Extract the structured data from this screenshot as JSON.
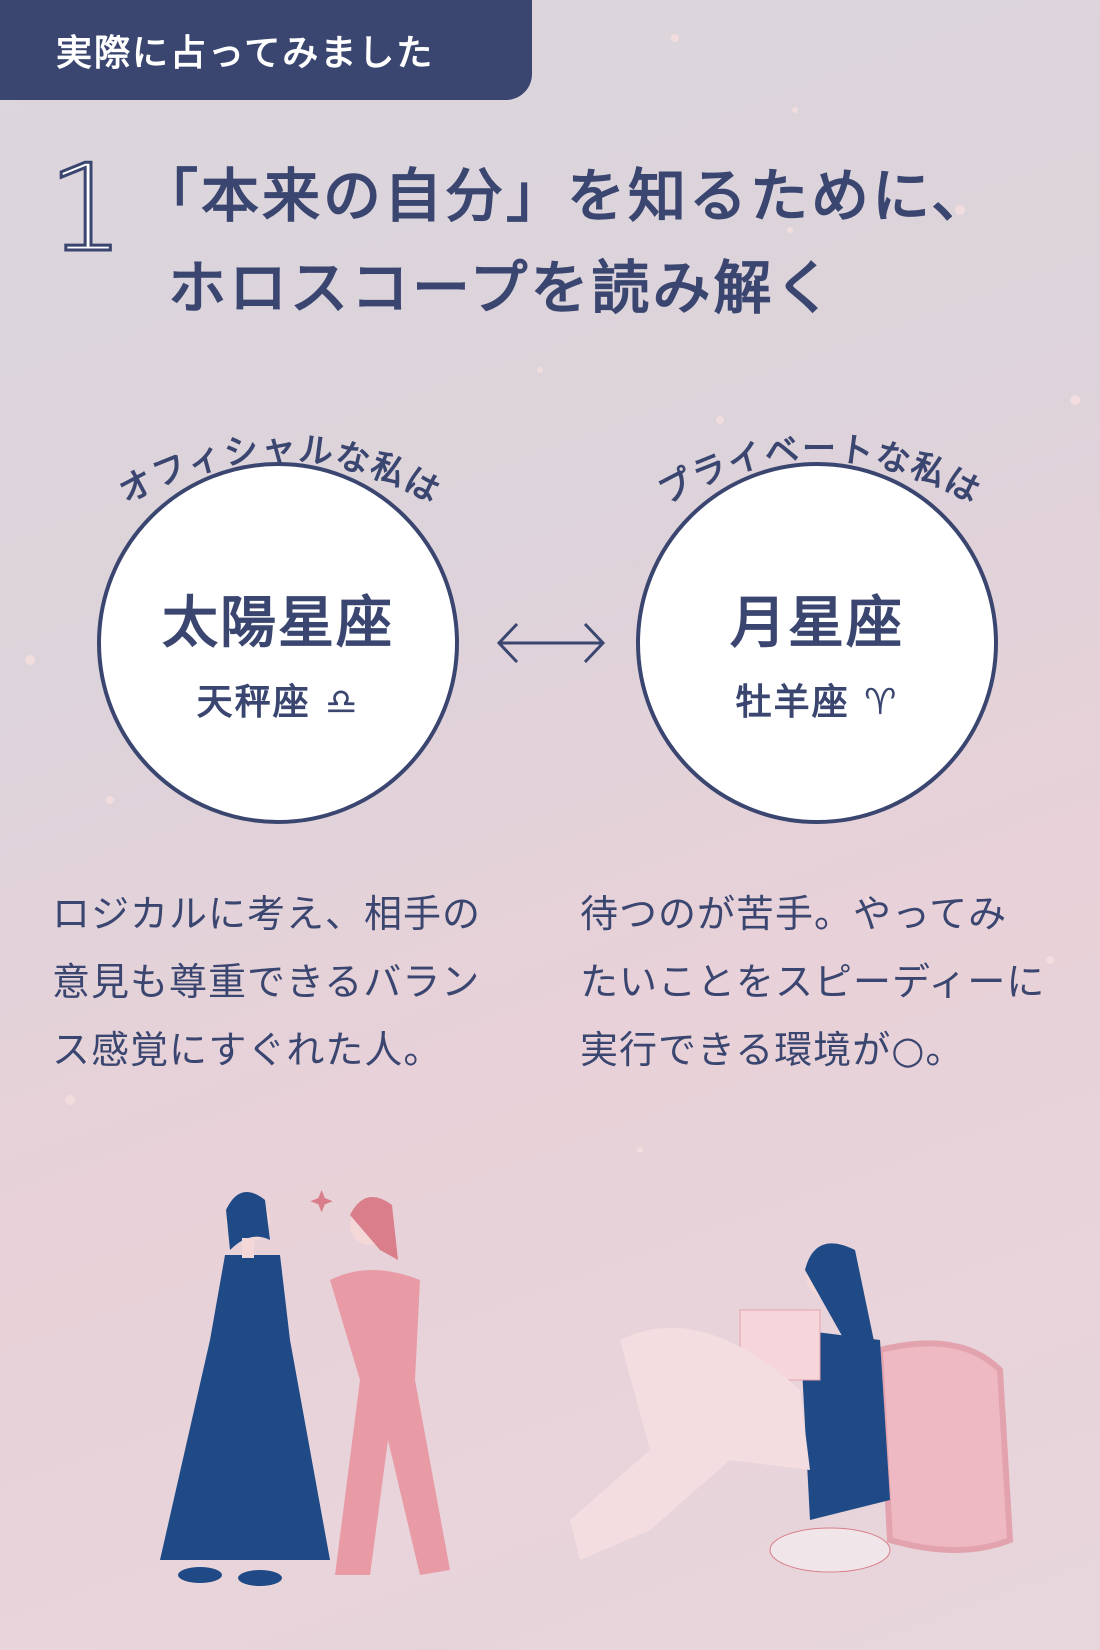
{
  "header": {
    "tab_label": "実際に占ってみました"
  },
  "section": {
    "number": "1",
    "title_line1": "「本来の自分」を知るために、",
    "title_line2": "ホロスコープを読み解く"
  },
  "left": {
    "curved_label": "オフィシャルな私は",
    "heading": "太陽星座",
    "sign": "天秤座 ♎︎",
    "description": [
      "ロジカルに考え、相手の",
      "意見も尊重できるバラン",
      "ス感覚にすぐれた人。"
    ]
  },
  "right": {
    "curved_label": "プライベートな私は",
    "heading": "月星座",
    "sign": "牡羊座 ♈︎",
    "description": [
      "待つのが苦手。やってみ",
      "たいことをスピーディーに",
      "実行できる環境が○。"
    ]
  },
  "colors": {
    "navy": "#3a4670",
    "pink": "#e8a0a8",
    "blue": "#1f4a86"
  },
  "icons": {
    "connector": "double-arrow-icon"
  }
}
